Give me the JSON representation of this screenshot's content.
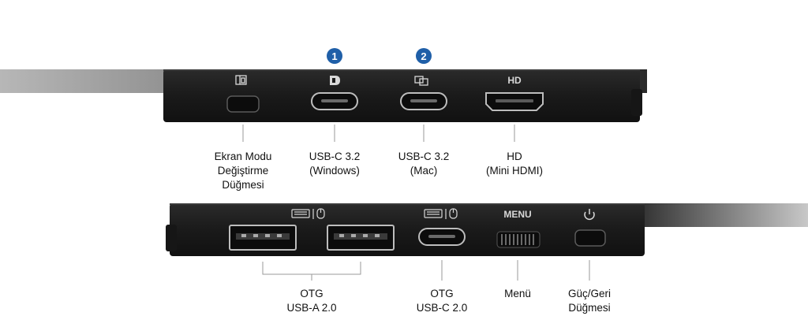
{
  "top_panel": {
    "badges": {
      "one": "1",
      "two": "2"
    },
    "icons": {
      "mode": "screen-mode-icon",
      "dp": "displayport-icon",
      "mac": "mac-display-icon",
      "hd_text": "HD"
    },
    "labels": {
      "mode": [
        "Ekran Modu",
        "Değiştirme",
        "Düğmesi"
      ],
      "usbc_win": [
        "USB-C 3.2",
        "(Windows)"
      ],
      "usbc_mac": [
        "USB-C 3.2",
        "(Mac)"
      ],
      "hd": [
        "HD",
        "(Mini HDMI)"
      ]
    }
  },
  "bottom_panel": {
    "icons": {
      "menu_text": "MENU",
      "otg": "keyboard-mouse-icon",
      "power": "power-icon"
    },
    "labels": {
      "otg_a": [
        "OTG",
        "USB-A 2.0"
      ],
      "otg_c": [
        "OTG",
        "USB-C 2.0"
      ],
      "menu": [
        "Menü"
      ],
      "power": [
        "Güç/Geri",
        "Düğmesi"
      ]
    }
  },
  "colors": {
    "badge": "#1f5fa8",
    "device_body": "#1b1b1b",
    "leader_line": "#9a9a9a"
  }
}
